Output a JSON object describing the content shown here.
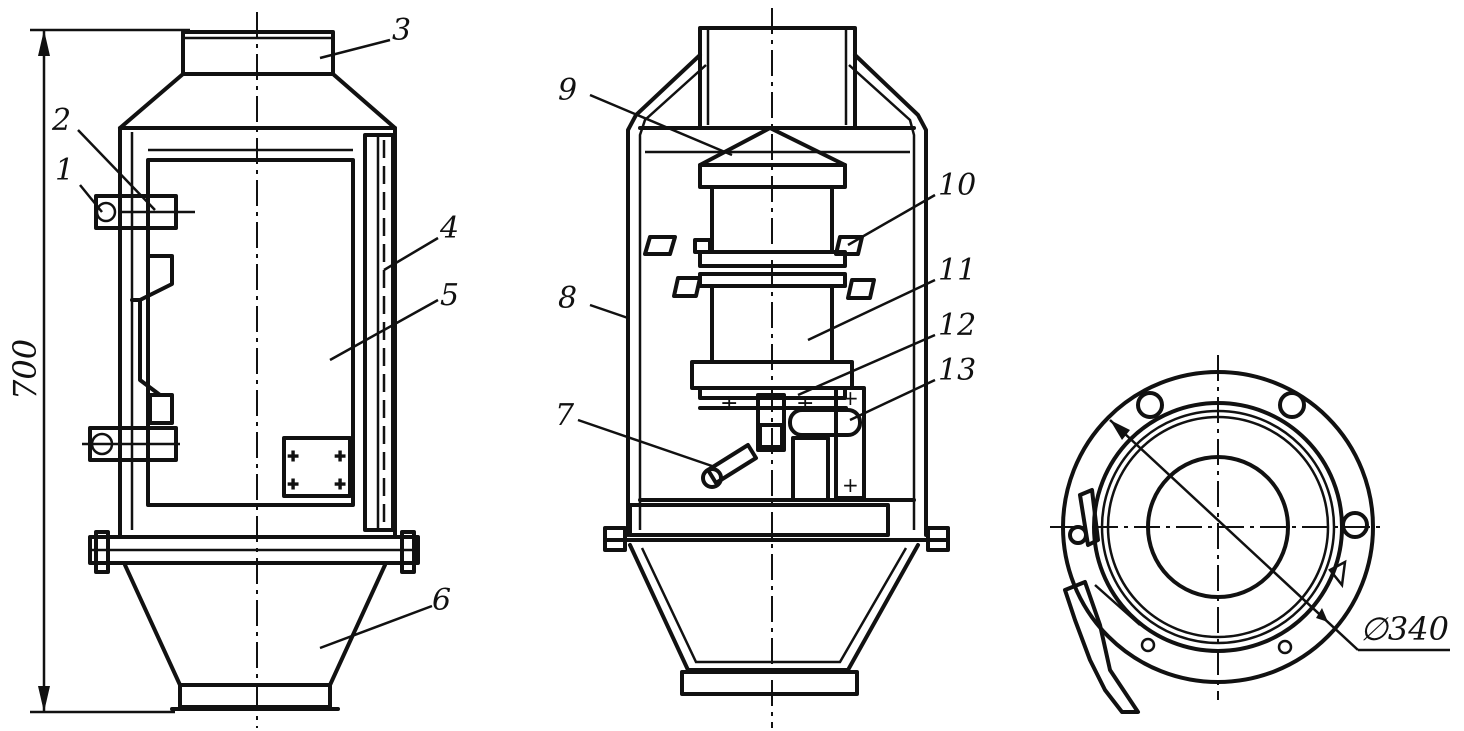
{
  "labels": {
    "p1": "1",
    "p2": "2",
    "p3": "3",
    "p4": "4",
    "p5": "5",
    "p6": "6",
    "p7": "7",
    "p8": "8",
    "p9": "9",
    "p10": "10",
    "p11": "11",
    "p12": "12",
    "p13": "13"
  },
  "dimensions": {
    "height": "700",
    "diameter": "∅340"
  }
}
